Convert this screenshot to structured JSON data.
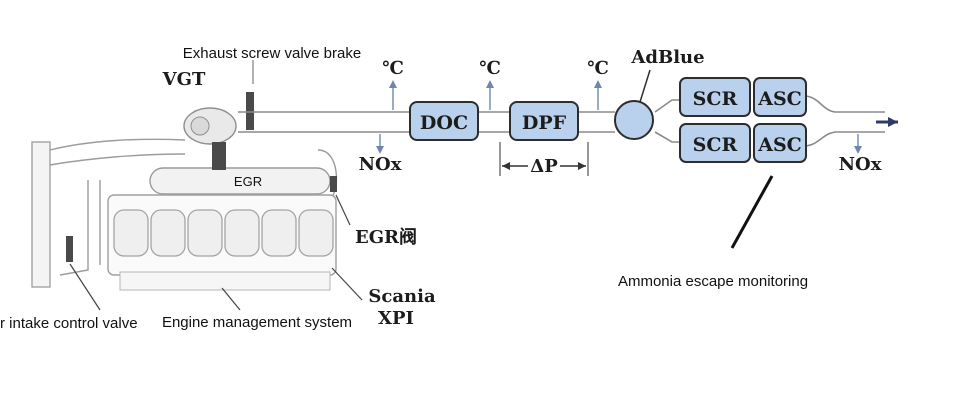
{
  "labels": {
    "exhaust_brake": "Exhaust screw valve brake",
    "vgt": "VGT",
    "egr": "EGR",
    "egr_valve": "EGR阀",
    "air_intake": "r intake control valve",
    "engine_mgmt": "Engine management system",
    "scania_line1": "Scania",
    "scania_line2": "XPI",
    "doc": "DOC",
    "dpf": "DPF",
    "delta_p": "ΔP",
    "adblue": "AdBlue",
    "scr_top": "SCR",
    "asc_top": "ASC",
    "scr_bottom": "SCR",
    "asc_bottom": "ASC",
    "nox_inlet": "NOx",
    "nox_outlet": "NOx",
    "temp1": "℃",
    "temp2": "℃",
    "temp3": "℃",
    "ammonia": "Ammonia escape monitoring"
  }
}
